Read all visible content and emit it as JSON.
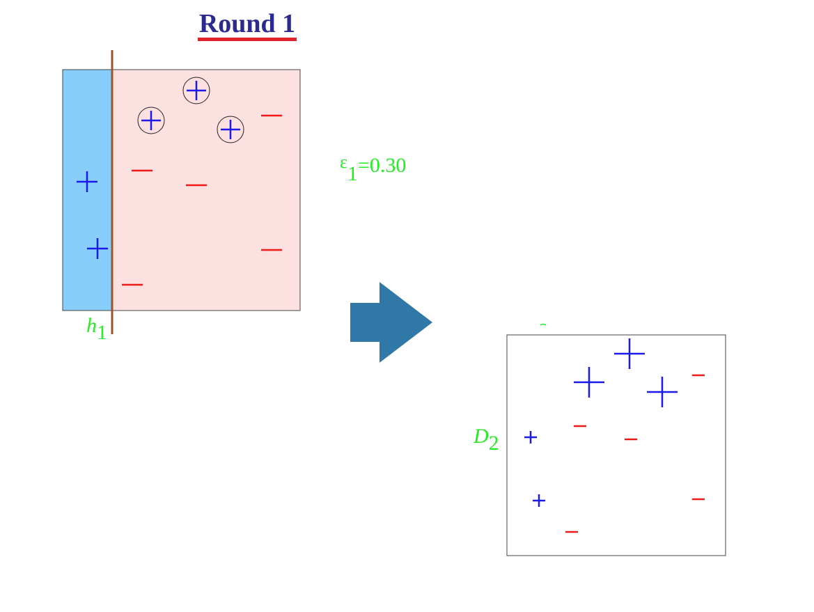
{
  "title": "Round 1",
  "epsilon": {
    "symbol": "ε",
    "index": "1",
    "value": "=0.30"
  },
  "hypothesis": {
    "letter": "h",
    "index": "1"
  },
  "distribution": {
    "letter": "D",
    "index": "2"
  },
  "colors": {
    "positive": "#1a1aee",
    "negative": "#ee1a1a",
    "region_positive": "#87cefa",
    "region_negative": "#fde0e0",
    "boundary": "#a0522d",
    "label": "#22ee22",
    "arrow": "#2f78a8"
  }
}
